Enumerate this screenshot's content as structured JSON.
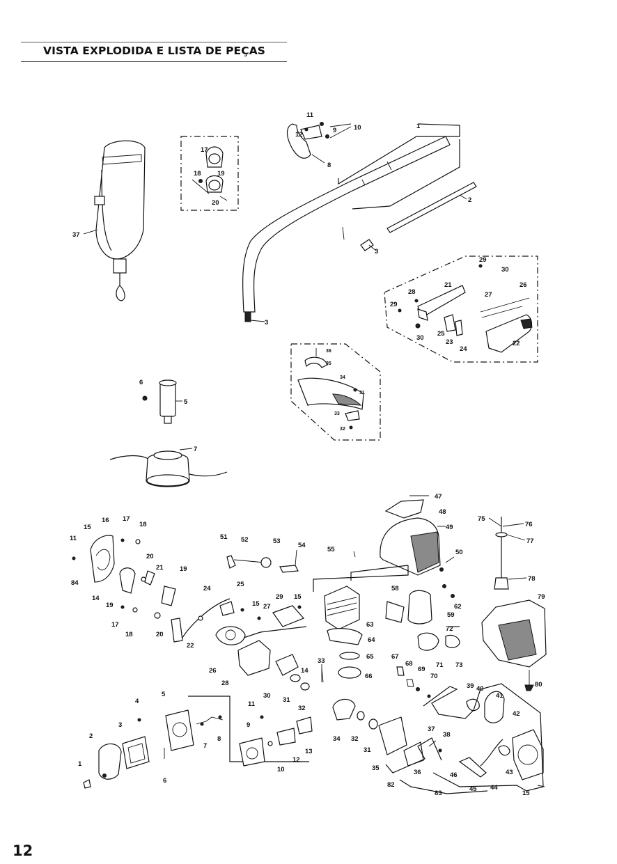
{
  "header": {
    "title": "VISTA EXPLODIDA E LISTA DE PEÇAS"
  },
  "footer": {
    "page_number": "12"
  },
  "callouts": {
    "harness": [
      "37"
    ],
    "clamp_group": [
      "17",
      "18",
      "19",
      "20"
    ],
    "shaft_group": [
      "11",
      "12",
      "9",
      "10",
      "8",
      "1",
      "2",
      "3",
      "3"
    ],
    "throttle_group": [
      "29",
      "30",
      "21",
      "26",
      "28",
      "27",
      "29",
      "25",
      "30",
      "23",
      "24",
      "22"
    ],
    "guard_group": [
      "36",
      "35",
      "34",
      "31",
      "33",
      "32"
    ],
    "coupler_group": [
      "6",
      "5"
    ],
    "head_group": [
      "7"
    ],
    "engine_top": [
      "47",
      "48",
      "49",
      "75",
      "76",
      "77",
      "78",
      "79",
      "80",
      "50",
      "51",
      "52",
      "53",
      "54",
      "55",
      "72",
      "62",
      "59",
      "58",
      "63",
      "64",
      "65",
      "66",
      "67",
      "68",
      "69",
      "70",
      "71",
      "73"
    ],
    "engine_left": [
      "16",
      "15",
      "17",
      "18",
      "11",
      "84",
      "20",
      "21",
      "19",
      "14",
      "19",
      "17",
      "18",
      "20",
      "24",
      "25",
      "15",
      "27",
      "29",
      "15",
      "22",
      "26",
      "28",
      "14",
      "30",
      "31",
      "32",
      "33"
    ],
    "engine_bottom": [
      "4",
      "5",
      "3",
      "2",
      "1",
      "7",
      "8",
      "6",
      "11",
      "9",
      "10",
      "12",
      "13",
      "34",
      "32",
      "31",
      "35",
      "36",
      "37",
      "38",
      "82",
      "39",
      "40",
      "41",
      "42",
      "43",
      "44",
      "45",
      "46",
      "83",
      "15"
    ]
  }
}
